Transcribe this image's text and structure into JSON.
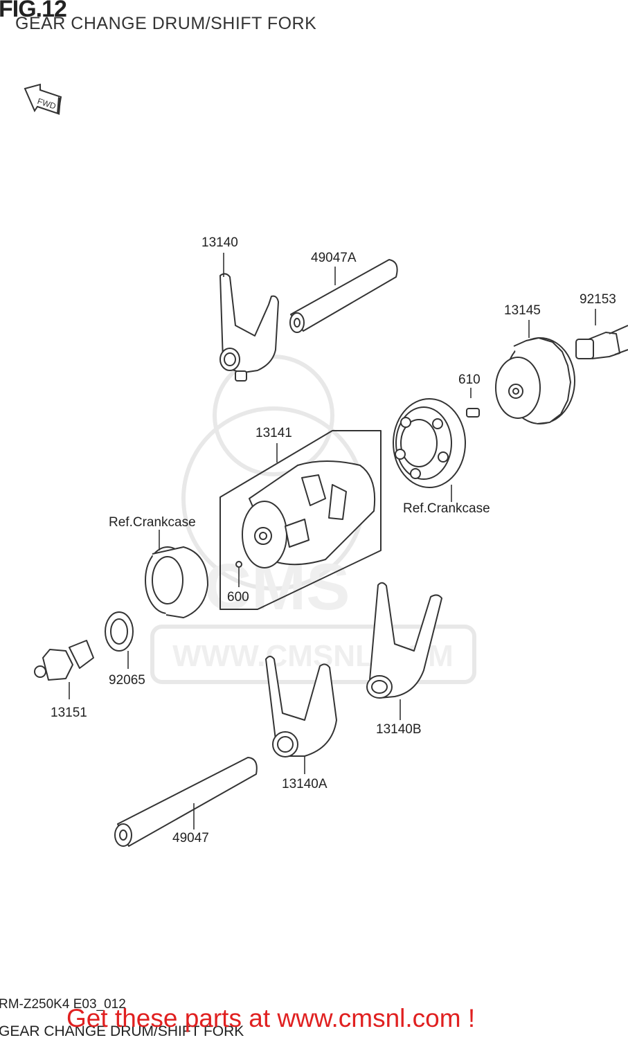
{
  "header": {
    "fig_label": "FIG.12",
    "title": "GEAR CHANGE DRUM/SHIFT FORK"
  },
  "fwd_marker": "FWD",
  "watermark": {
    "text": "CMS",
    "url_text": "WWW.CMSNL.COM"
  },
  "callouts": {
    "p13140": "13140",
    "p49047A": "49047A",
    "p13145": "13145",
    "p92153": "92153",
    "p610": "610",
    "p13141": "13141",
    "ref_crankcase_right": "Ref.Crankcase",
    "ref_crankcase_left": "Ref.Crankcase",
    "p600": "600",
    "p92065": "92065",
    "p13151": "13151",
    "p13140B": "13140B",
    "p13140A": "13140A",
    "p49047": "49047"
  },
  "footer": {
    "code": "RM-Z250K4 E03_012",
    "caption": "GEAR CHANGE DRUM/SHIFT FORK",
    "promo": "Get these parts at www.cmsnl.com !"
  },
  "colors": {
    "line": "#333333",
    "fill": "#ffffff",
    "watermark": "#eeeeee",
    "promo": "#e02020"
  }
}
